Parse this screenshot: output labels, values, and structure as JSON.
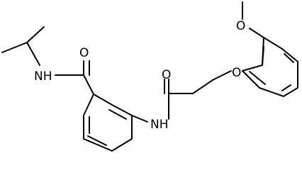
{
  "molecule": {
    "atom_labels": {
      "amide_nh_left": "NH",
      "amide_o_left": "O",
      "amide_nh_right": "NH",
      "amide_o_right": "O",
      "ether_o": "O",
      "methoxy_o": "O"
    },
    "colors": {
      "bond": "#000000",
      "label": "#000000",
      "background": "#ffffff"
    }
  }
}
